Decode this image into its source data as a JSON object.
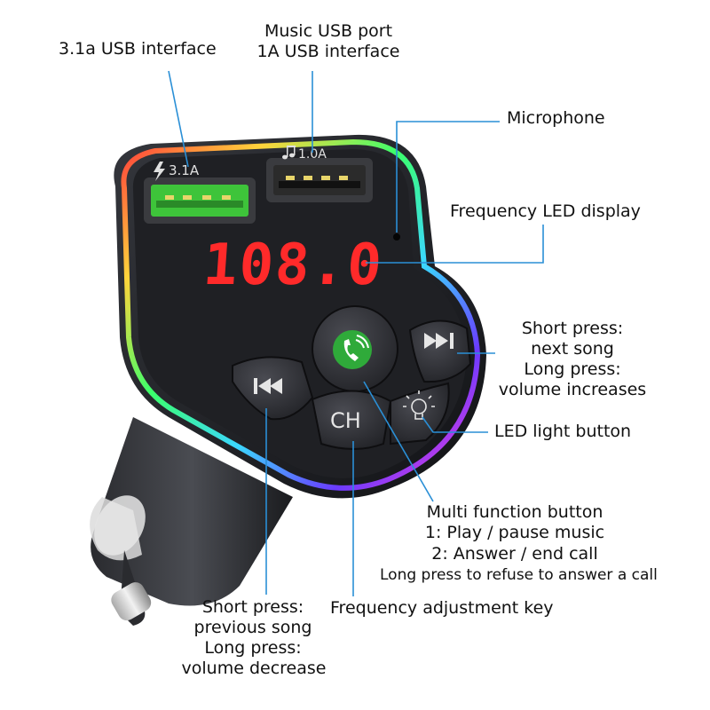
{
  "colors": {
    "callout_line": "#2a8fd6",
    "body": "#1c1d21",
    "usb_fast": "#3ec43a",
    "usb_music": "#2b2b2b",
    "led_digits": "#ff2a2a",
    "button_face": "#2a2b30",
    "call_icon_green": "#2faa3a"
  },
  "device": {
    "usb_fast_rating": "3.1A",
    "usb_music_rating": "1.0A",
    "display_value": "108.0",
    "ch_button_label": "CH",
    "icons": [
      "lightning-icon",
      "music-note-icon",
      "phone-call-icon",
      "previous-track-icon",
      "next-track-icon",
      "light-bulb-icon"
    ]
  },
  "labels": {
    "usb_3a": "3.1a USB interface",
    "music_usb_line1": "Music USB port",
    "music_usb_line2": "1A USB interface",
    "microphone": "Microphone",
    "frequency_led": "Frequency LED display",
    "next_line1": "Short press:",
    "next_line2": "next song",
    "next_line3": "Long press:",
    "next_line4": "volume increases",
    "led_light_button": "LED light button",
    "multi_title": "Multi function button",
    "multi_line1": "1: Play / pause music",
    "multi_line2": "2: Answer / end call",
    "multi_line3": "Long press to refuse to answer a call",
    "freq_key": "Frequency adjustment key",
    "prev_line1": "Short press:",
    "prev_line2": "previous song",
    "prev_line3": "Long press:",
    "prev_line4": "volume decrease"
  }
}
